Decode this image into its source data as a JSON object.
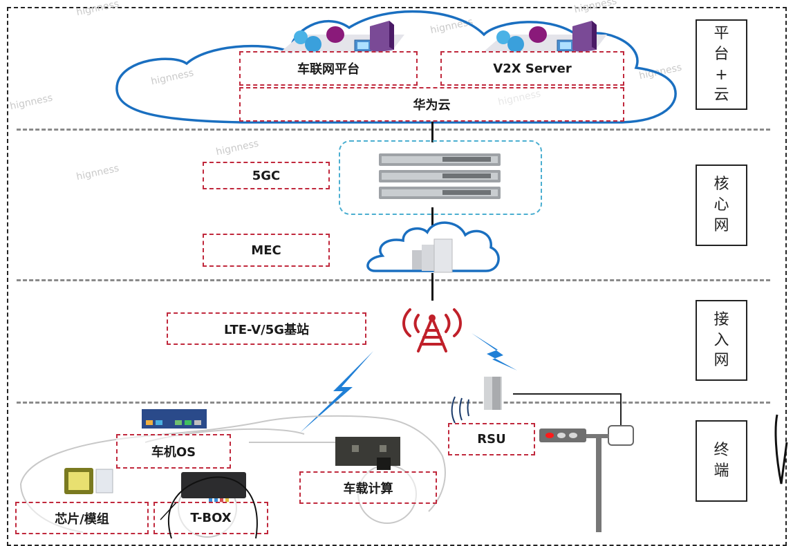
{
  "diagram": {
    "title": "V2X layered architecture",
    "layers": [
      {
        "id": "platform-cloud",
        "label_chars": [
          "平",
          "台",
          "+",
          "云"
        ]
      },
      {
        "id": "core-network",
        "label_chars": [
          "核",
          "心",
          "网"
        ]
      },
      {
        "id": "access-network",
        "label_chars": [
          "接",
          "入",
          "网"
        ]
      },
      {
        "id": "terminal",
        "label_chars": [
          "终",
          "端"
        ]
      }
    ],
    "platform": {
      "iov_platform": "车联网平台",
      "v2x_server": "V2X Server",
      "huawei_cloud": "华为云"
    },
    "core": {
      "fivegc": "5GC",
      "mec": "MEC"
    },
    "access": {
      "base_station": "LTE-V/5G基站"
    },
    "terminal": {
      "rsu": "RSU",
      "car_os": "车机OS",
      "onboard_compute": "车载计算",
      "chip_module": "芯片/模组",
      "tbox": "T-BOX"
    },
    "watermark": "hignness",
    "colors": {
      "cloud_stroke": "#1a6fc0",
      "dashed_box": "#c0283c",
      "tower": "#c0202a",
      "signal": "#1f7fd6",
      "core_box": "#4aaed0",
      "traffic_light_red": "#ff1a1a"
    }
  }
}
